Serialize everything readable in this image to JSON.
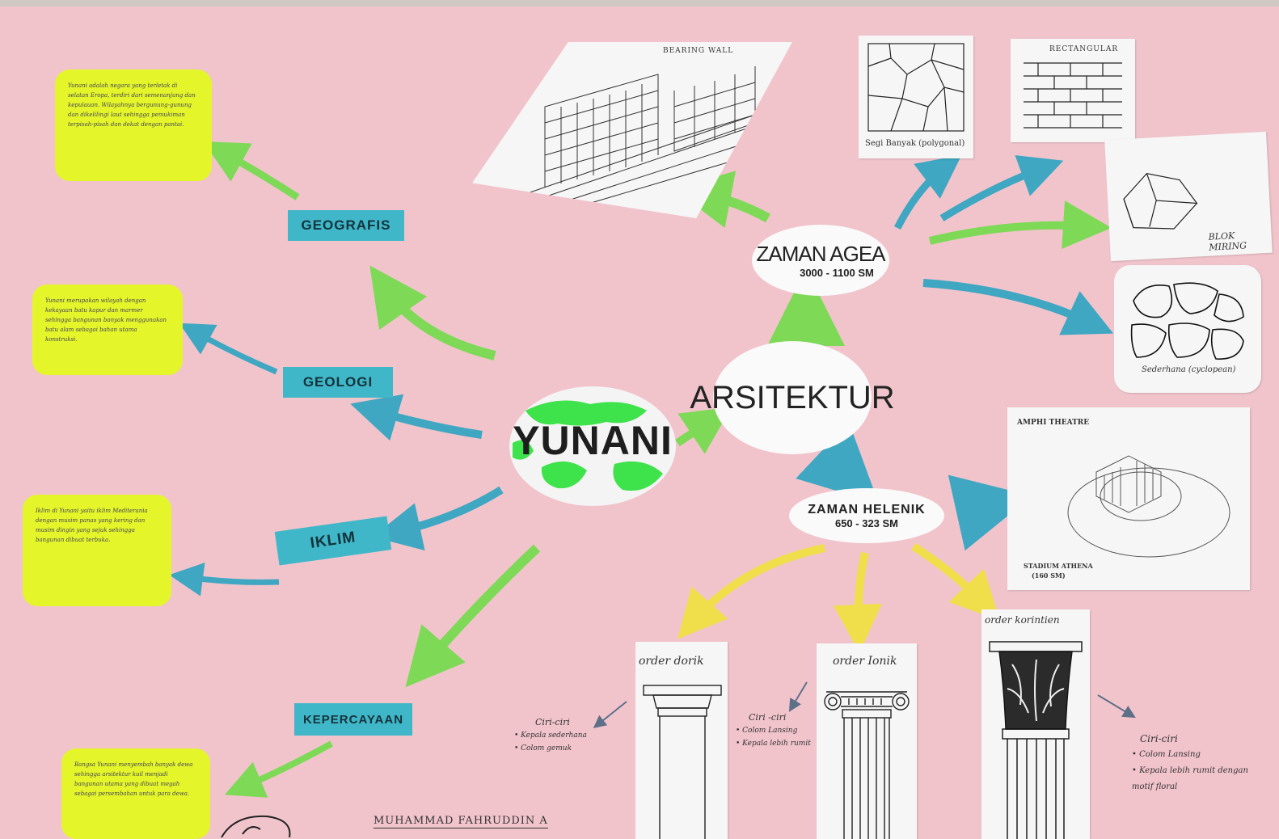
{
  "center": {
    "title": "YUNANI",
    "hub": "ARSITEKTUR"
  },
  "branches": {
    "geografis": "GEOGRAFIS",
    "geologi": "GEOLOGI",
    "iklim": "IKLIM",
    "kepercayaan": "KEPERCAYAAN"
  },
  "notes": {
    "geografis": "Yunani adalah negara yang terletak di selatan Eropa, terdiri dari semenanjung dan kepulauan. Wilayahnya bergunung-gunung dan dikelilingi laut sehingga pemukiman terpisah-pisah dan dekat dengan pantai.",
    "geologi": "Yunani merupakan wilayah dengan kekayaan batu kapur dan marmer sehingga bangunan banyak menggunakan batu alam sebagai bahan utama konstruksi.",
    "iklim": "Iklim di Yunani yaitu iklim Mediterania dengan musim panas yang kering dan musim dingin yang sejuk sehingga bangunan dibuat terbuka.",
    "kepercayaan": "Bangsa Yunani menyembah banyak dewa sehingga arsitektur kuil menjadi bangunan utama yang dibuat megah sebagai persembahan untuk para dewa."
  },
  "aegea": {
    "title": "ZAMAN AGEA",
    "date": "3000 - 1100 SM"
  },
  "helenik": {
    "title": "ZAMAN HELENIK",
    "date": "650 - 323 SM"
  },
  "images": {
    "bearing_wall": "BEARING WALL",
    "polygonal": "Segi Banyak (polygonal)",
    "rectangular": "RECTANGULAR",
    "blok_miring": "BLOK MIRING",
    "cyclopean": "Sederhana (cyclopean)",
    "amphi": "AMPHI THEATRE",
    "stadium_1": "STADIUM ATHENA",
    "stadium_2": "(160 SM)"
  },
  "orders": {
    "dorik": "order dorik",
    "ionik": "order Ionik",
    "korintien": "order korintien"
  },
  "ciri": {
    "dorik_title": "Ciri-ciri",
    "dorik_1": "• Kepala sederhana",
    "dorik_2": "• Colom gemuk",
    "ionik_title": "Ciri -ciri",
    "ionik_1": "• Colom Lansing",
    "ionik_2": "• Kepala lebih rumit",
    "korintien_title": "Ciri-ciri",
    "korintien_1": "• Colom Lansing",
    "korintien_2": "• Kepala lebih rumit dengan motif floral"
  },
  "author": "MUHAMMAD FAHRUDDIN A",
  "colors": {
    "poster": "#f1c4cc",
    "note": "#e4f52a",
    "label": "#3fb7c9",
    "arrow_green": "#7ed957",
    "arrow_blue": "#3fa7c2",
    "arrow_yellow": "#f0df4a"
  }
}
